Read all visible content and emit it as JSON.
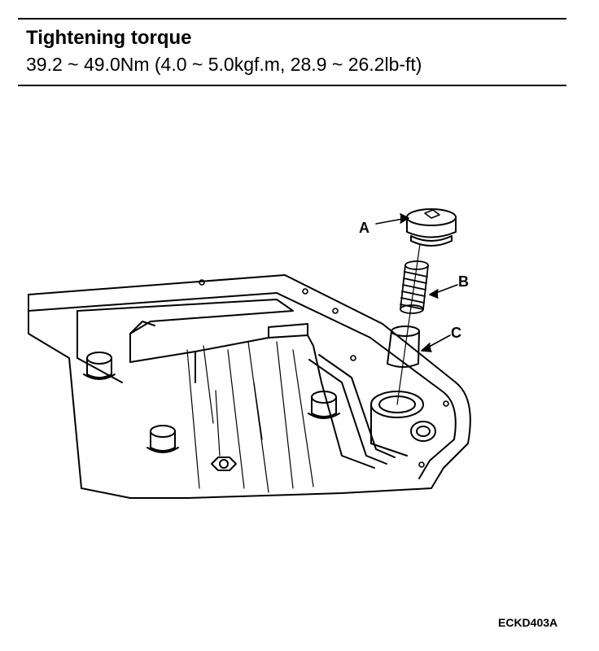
{
  "spec": {
    "title": "Tightening torque",
    "value": "39.2 ~ 49.0Nm (4.0 ~ 5.0kgf.m, 28.9 ~ 26.2lb-ft)"
  },
  "callouts": {
    "a": "A",
    "b": "B",
    "c": "C"
  },
  "figure_code": "ECKD403A"
}
